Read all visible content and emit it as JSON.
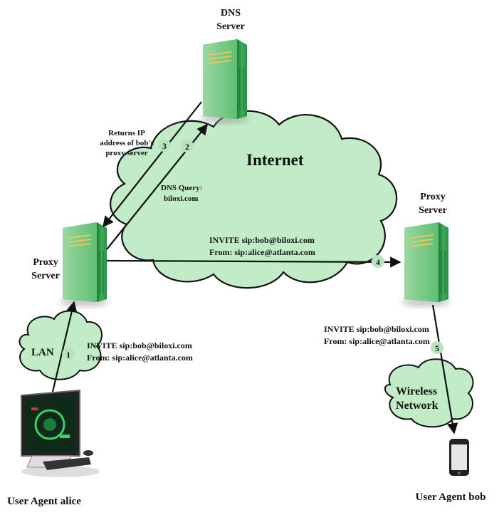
{
  "nodes": {
    "dns_server": {
      "line1": "DNS",
      "line2": "Server"
    },
    "proxy_left": {
      "line1": "Proxy",
      "line2": "Server"
    },
    "proxy_right": {
      "line1": "Proxy",
      "line2": "Server"
    },
    "user_alice": {
      "label": "User Agent alice"
    },
    "user_bob": {
      "label": "User Agent bob"
    }
  },
  "clouds": {
    "internet": "Internet",
    "lan": "LAN",
    "wireless_line1": "Wireless",
    "wireless_line2": "Network"
  },
  "steps": [
    "1",
    "2",
    "3",
    "4",
    "5"
  ],
  "annotations": {
    "returns_ip": [
      "Returns IP",
      "address of bob's",
      "proxy server"
    ],
    "dns_query": [
      "DNS Query:",
      "biloxi.com"
    ],
    "invite_top": [
      "INVITE sip:bob@biloxi.com",
      "From: sip:alice@atlanta.com"
    ],
    "invite_lan": [
      "INVITE sip:bob@biloxi.com",
      "From: sip:alice@atlanta.com"
    ],
    "invite_right": [
      "INVITE sip:bob@biloxi.com",
      "From: sip:alice@atlanta.com"
    ]
  },
  "colors": {
    "cloud_fill": "#c2ecc7",
    "server_green": "#2f9b4a",
    "badge_fill": "#b9e3bf",
    "arrow": "#111111"
  }
}
